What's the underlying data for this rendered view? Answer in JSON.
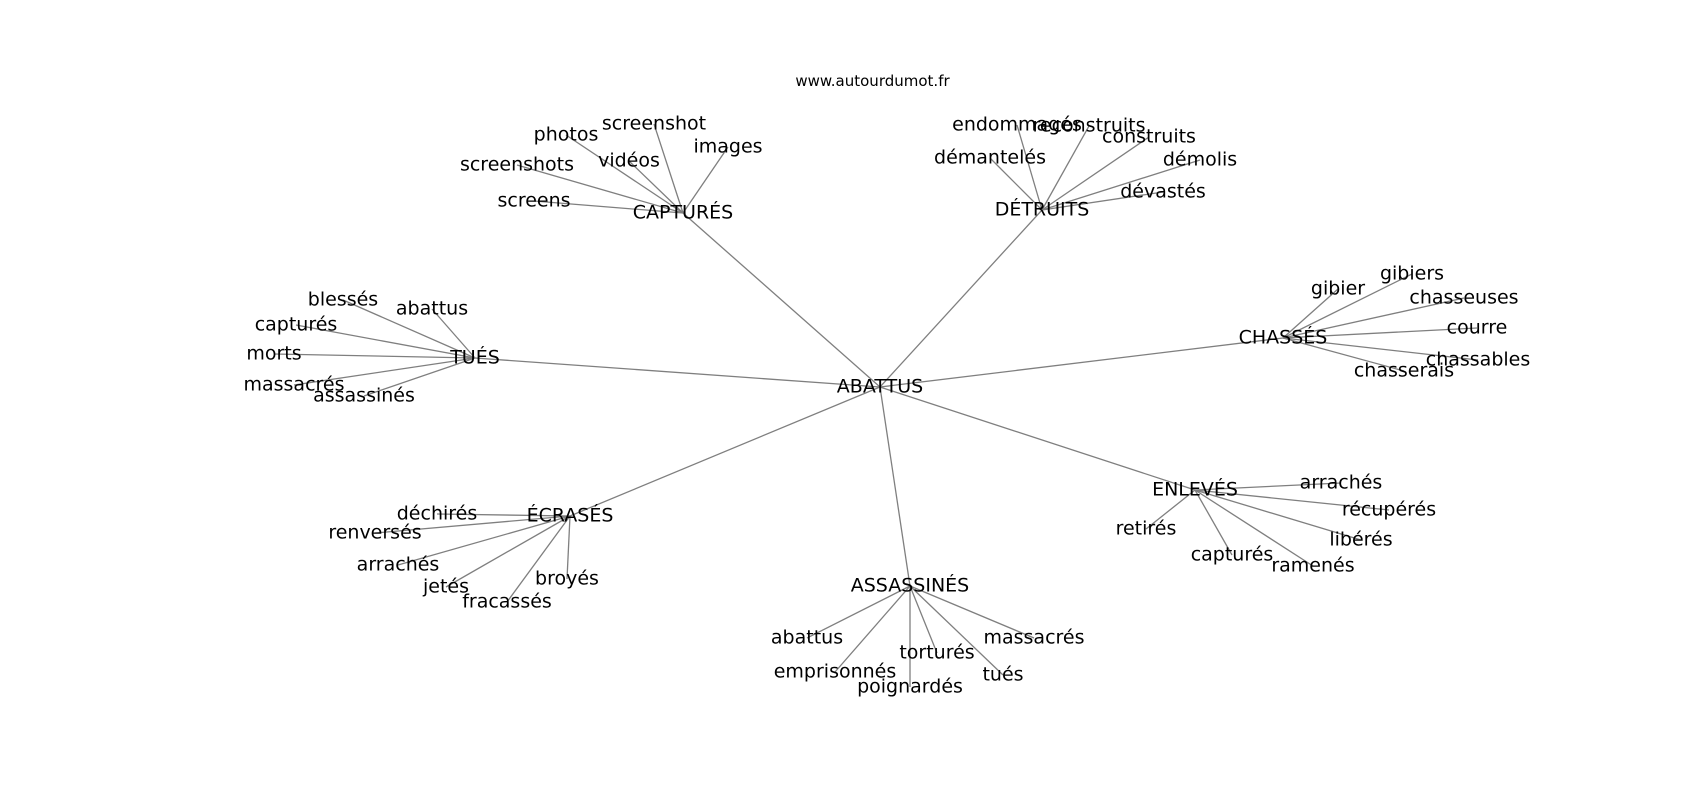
{
  "source": "www.autourdumot.fr",
  "colors": {
    "edge": "#7f7f7f",
    "text": "#000000",
    "background": "#ffffff"
  },
  "center": {
    "label": "ABATTUS"
  },
  "clusters": [
    {
      "label": "CAPTURÉS",
      "words": [
        "screenshot",
        "photos",
        "images",
        "vidéos",
        "screenshots",
        "screens"
      ]
    },
    {
      "label": "DÉTRUITS",
      "words": [
        "endommagés",
        "reconstruits",
        "construits",
        "démantelés",
        "démolis",
        "dévastés"
      ]
    },
    {
      "label": "TUÉS",
      "words": [
        "blessés",
        "abattus",
        "capturés",
        "morts",
        "massacrés",
        "assassinés"
      ]
    },
    {
      "label": "CHASSÉS",
      "words": [
        "gibiers",
        "gibier",
        "chasseuses",
        "courre",
        "chassables",
        "chasserais"
      ]
    },
    {
      "label": "ENLEVÉS",
      "words": [
        "arrachés",
        "récupérés",
        "retirés",
        "libérés",
        "capturés",
        "ramenés"
      ]
    },
    {
      "label": "ÉCRASÉS",
      "words": [
        "déchirés",
        "renversés",
        "arrachés",
        "broyés",
        "jetés",
        "fracassés"
      ]
    },
    {
      "label": "ASSASSINÉS",
      "words": [
        "abattus",
        "massacrés",
        "torturés",
        "emprisonnés",
        "tués",
        "poignardés"
      ]
    }
  ]
}
